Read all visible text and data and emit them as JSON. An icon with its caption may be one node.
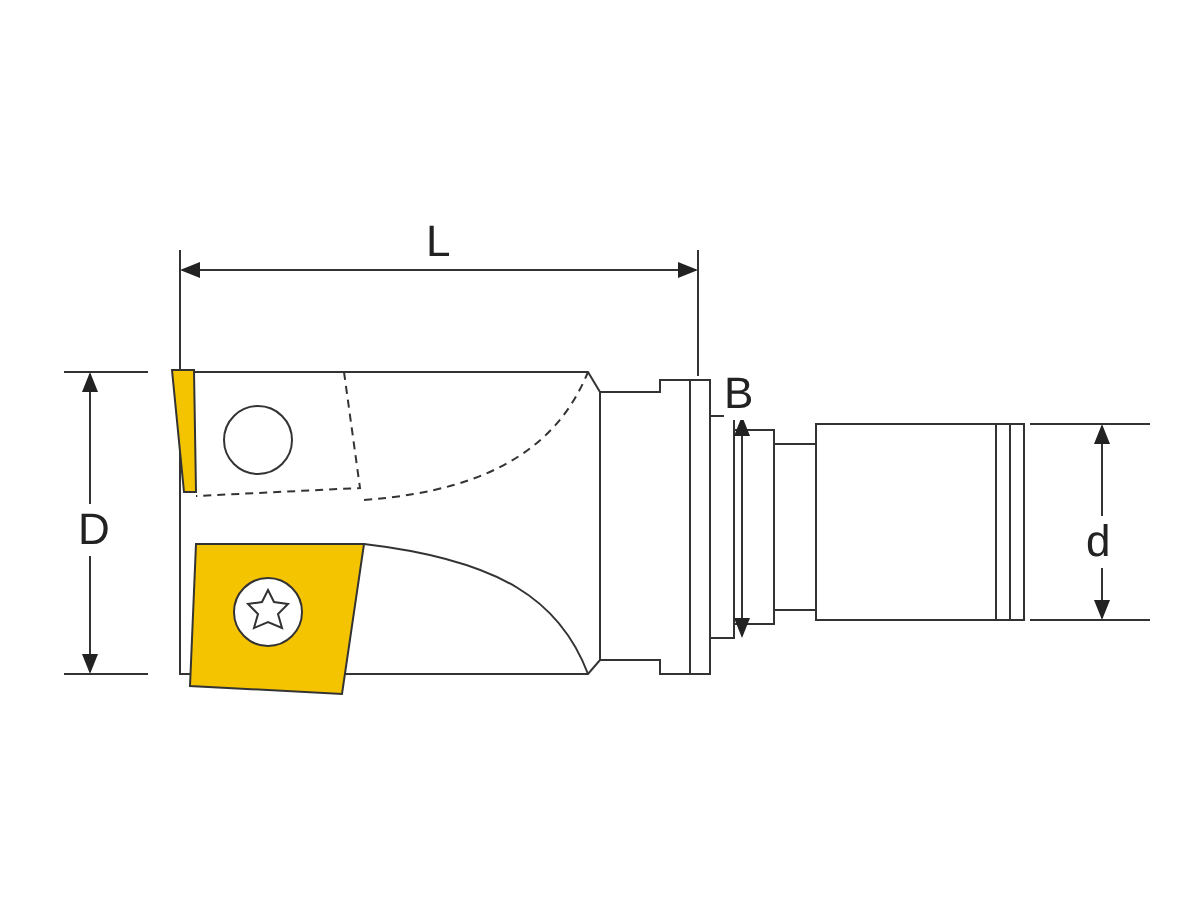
{
  "diagram": {
    "labels": [
      "L",
      "D",
      "B",
      "d"
    ]
  }
}
